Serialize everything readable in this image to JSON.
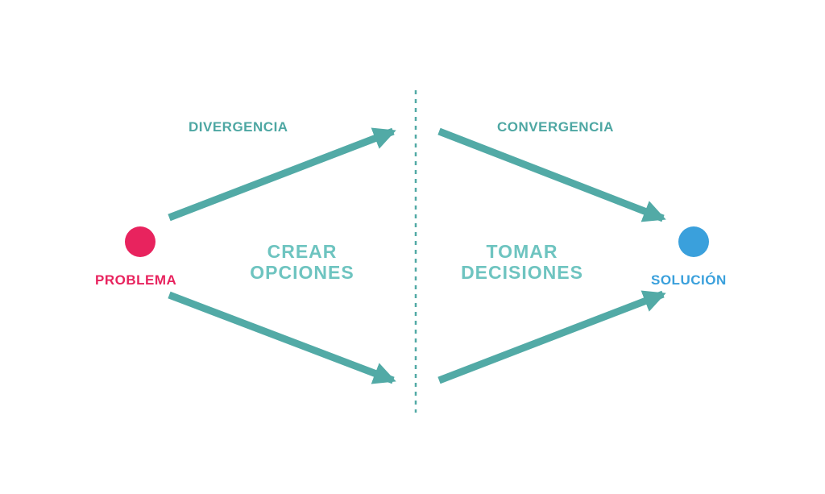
{
  "colors": {
    "arrow": "#52aaa6",
    "divider": "#52aaa6",
    "problem": "#e8235e",
    "solution": "#3aa0dc",
    "phase_label": "#4ea7a3",
    "center_label": "#6ec4c0"
  },
  "labels": {
    "divergence": "DIVERGENCIA",
    "convergence": "CONVERGENCIA",
    "create_line1": "CREAR",
    "create_line2": "OPCIONES",
    "decide_line1": "TOMAR",
    "decide_line2": "DECISIONES",
    "problem": "PROBLEMA",
    "solution": "SOLUCIÓN"
  }
}
